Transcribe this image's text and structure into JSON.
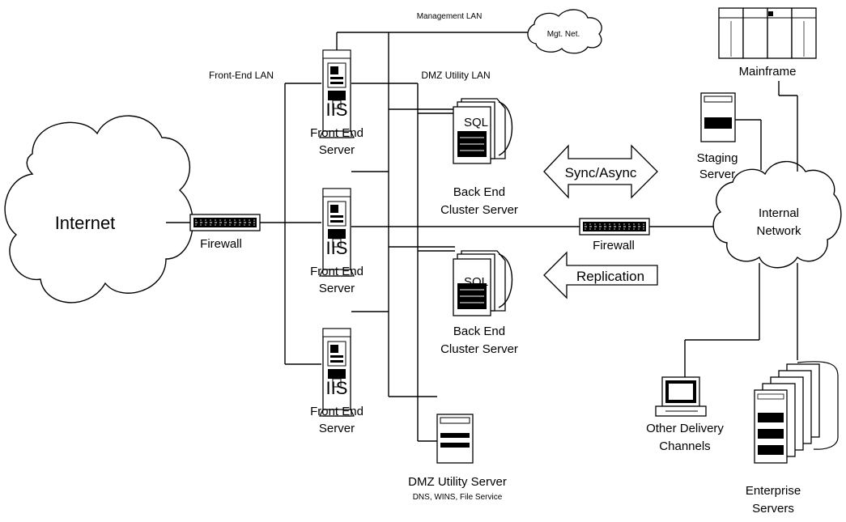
{
  "diagram": {
    "internet": "Internet",
    "firewall_left": "Firewall",
    "firewall_right": "Firewall",
    "front_end_lan": "Front-End LAN",
    "management_lan": "Management LAN",
    "mgt_net": "Mgt. Net.",
    "dmz_utility_lan": "DMZ Utility LAN",
    "iis": "IIS",
    "sql": "SQL",
    "front_end_server": [
      "Front End",
      "Server"
    ],
    "back_end_cluster_server": [
      "Back End",
      "Cluster Server"
    ],
    "sync_async": "Sync/Async",
    "replication": "Replication",
    "dmz_utility_server": "DMZ Utility Server",
    "dmz_utility_services": "DNS, WINS, File Service",
    "mainframe": "Mainframe",
    "staging_server": [
      "Staging",
      "Server"
    ],
    "internal_network": [
      "Internal",
      "Network"
    ],
    "other_delivery_channels": [
      "Other Delivery",
      "Channels"
    ],
    "enterprise_servers": [
      "Enterprise",
      "Servers"
    ]
  }
}
